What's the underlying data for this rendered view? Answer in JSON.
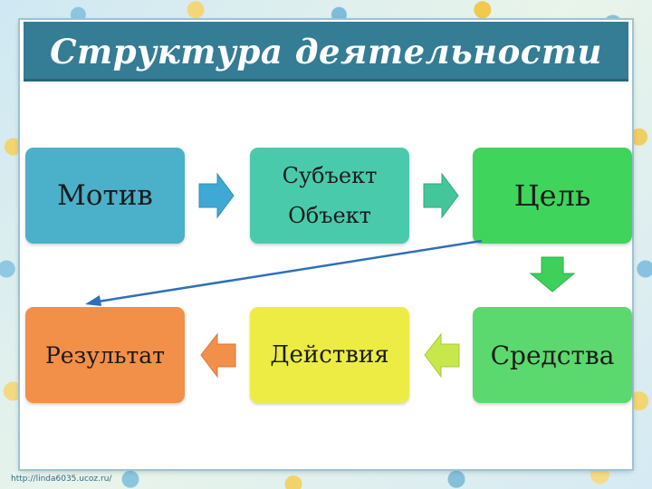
{
  "title": "Структура деятельности",
  "boxes": {
    "motive": "Мотив",
    "subject_line1": "Субъект",
    "subject_line2": "Объект",
    "goal": "Цель",
    "result": "Результат",
    "actions": "Действия",
    "means": "Средства"
  },
  "colors": {
    "title_bar": "#357c95",
    "motive": "#4bb0c9",
    "subject": "#49cbab",
    "goal": "#3fd45c",
    "result": "#f28f48",
    "actions": "#ecec45",
    "means": "#5bd86e",
    "arrow_blue": "#3fa8d4",
    "arrow_teal": "#43c79a",
    "arrow_green": "#3fcf5b",
    "arrow_lime": "#c7e84a",
    "arrow_orange": "#f28f48",
    "connector": "#2d6fb8"
  },
  "footer": "http://linda6035.ucoz.ru/"
}
